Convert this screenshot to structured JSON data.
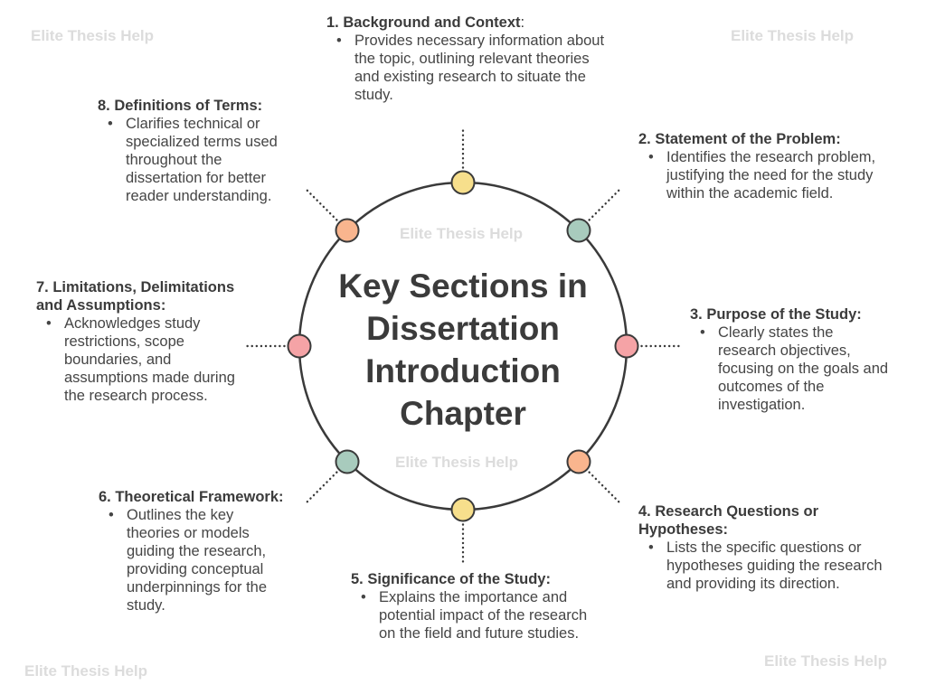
{
  "watermark": "Elite Thesis Help",
  "title": "Key Sections in Dissertation Introduction Chapter",
  "colors": {
    "yellow": "#f7df8c",
    "green": "#a8cbbd",
    "pink": "#f5a3a6",
    "orange": "#f9b58e",
    "ring": "#3a3a3a"
  },
  "sections": [
    {
      "heading": "1. Background and Context",
      "heading_suffix": ":",
      "text": "Provides necessary information about the topic, outlining relevant theories and existing research to situate the study.",
      "color": "#f7df8c"
    },
    {
      "heading": "2. Statement of the Problem:",
      "heading_suffix": "",
      "text": "Identifies the research problem, justifying the need for the study within the academic field.",
      "color": "#a8cbbd"
    },
    {
      "heading": "3. Purpose of the Study:",
      "heading_suffix": "",
      "text": "Clearly states the research objectives, focusing on the goals and outcomes of the investigation.",
      "color": "#f5a3a6"
    },
    {
      "heading": "4. Research Questions or Hypotheses:",
      "heading_suffix": "",
      "text": "Lists the specific questions or hypotheses guiding the research and providing its direction.",
      "color": "#f9b58e"
    },
    {
      "heading": "5. Significance of the Study:",
      "heading_suffix": "",
      "text": "Explains the importance and potential impact of the research on the field and future studies.",
      "color": "#f7df8c"
    },
    {
      "heading": "6. Theoretical Framework:",
      "heading_suffix": "",
      "text": "Outlines the key theories or models guiding the research, providing conceptual underpinnings for the study.",
      "color": "#a8cbbd"
    },
    {
      "heading": "7. Limitations, Delimitations and Assumptions:",
      "heading_suffix": "",
      "text": "Acknowledges study restrictions, scope boundaries, and assumptions made during the research process.",
      "color": "#f5a3a6"
    },
    {
      "heading": "8. Definitions of Terms:",
      "heading_suffix": "",
      "text": "Clarifies technical or specialized terms used throughout the dissertation for better reader understanding.",
      "color": "#f9b58e"
    }
  ]
}
